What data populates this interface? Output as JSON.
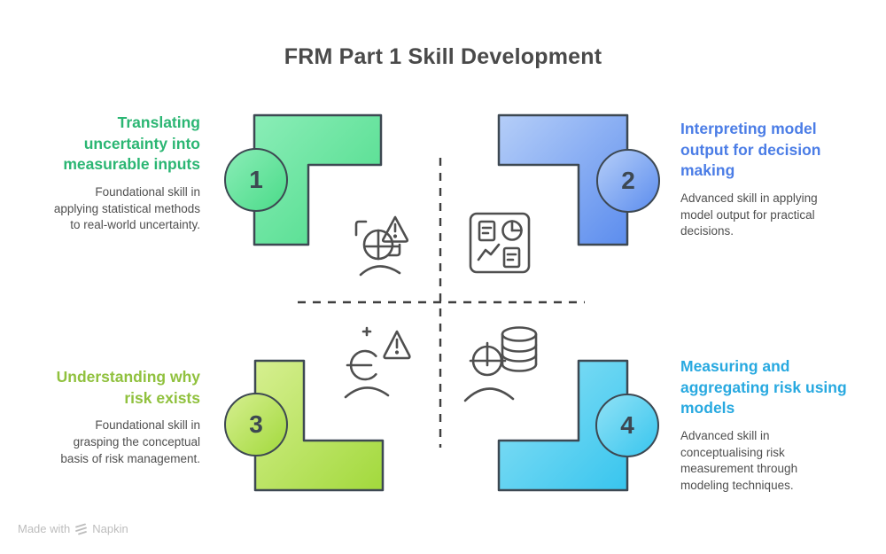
{
  "title": "FRM Part 1 Skill Development",
  "quadrants": [
    {
      "number": "1",
      "heading": "Translating uncertainty into measurable inputs",
      "description": "Foundational skill in applying statistical methods to real-world uncertainty.",
      "heading_color": "#2bb673",
      "shape_gradient": [
        "#8aedb7",
        "#4bdb89"
      ],
      "icon": "head-scan-warning-icon"
    },
    {
      "number": "2",
      "heading": "Interpreting model output for decision making",
      "description": "Advanced skill in applying model output for practical decisions.",
      "heading_color": "#4b7de6",
      "shape_gradient": [
        "#b5cef8",
        "#5c8dee"
      ],
      "icon": "dashboard-charts-icon"
    },
    {
      "number": "3",
      "heading": "Understanding why risk exists",
      "description": "Foundational skill in grasping the conceptual basis of risk management.",
      "heading_color": "#90c13e",
      "shape_gradient": [
        "#d6ef90",
        "#a2d93c"
      ],
      "icon": "euro-person-warning-icon"
    },
    {
      "number": "4",
      "heading": "Measuring and aggregating risk using models",
      "description": "Advanced skill in conceptualising risk measurement through modeling techniques.",
      "heading_color": "#28a9e0",
      "shape_gradient": [
        "#90e2f6",
        "#38c5ee"
      ],
      "icon": "person-database-icon"
    }
  ],
  "palette": {
    "outline": "#3d4852",
    "dashed_line": "#3f3f3f",
    "body_text": "#4f4f4f",
    "title_text": "#4a4a4a",
    "footer_text": "#bdbdbd"
  },
  "footer": {
    "text_prefix": "Made with",
    "brand": "Napkin"
  }
}
